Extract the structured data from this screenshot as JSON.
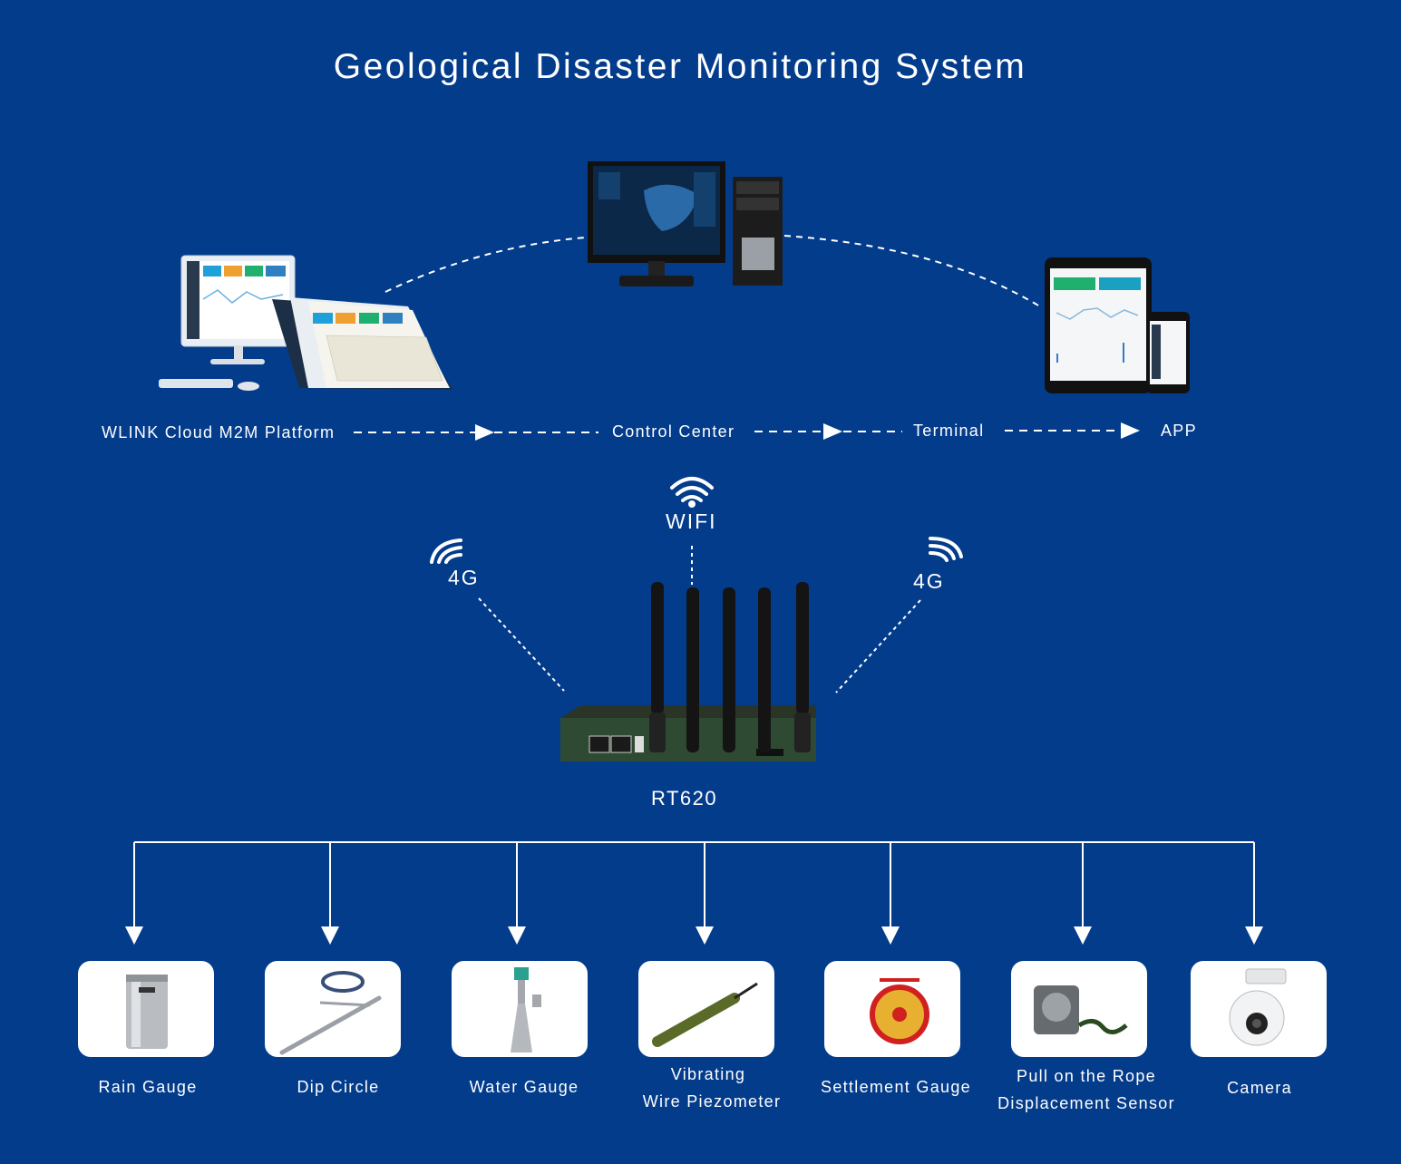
{
  "title": "Geological Disaster Monitoring System",
  "flow": {
    "platform": "WLINK Cloud M2M Platform",
    "control_center": "Control Center",
    "terminal": "Terminal",
    "app": "APP"
  },
  "signals": {
    "wifi": "WIFI",
    "left_4g": "4G",
    "right_4g": "4G"
  },
  "router": {
    "model": "RT620"
  },
  "sensors": [
    {
      "label": "Rain Gauge"
    },
    {
      "label": "Dip Circle"
    },
    {
      "label": "Water Gauge"
    },
    {
      "label_line1": "Vibrating",
      "label_line2": "Wire Piezometer"
    },
    {
      "label": "Settlement Gauge"
    },
    {
      "label_line1": "Pull on the Rope",
      "label_line2": "Displacement Sensor"
    },
    {
      "label": "Camera"
    }
  ],
  "colors": {
    "background": "#043c8c",
    "line": "#ffffff"
  }
}
